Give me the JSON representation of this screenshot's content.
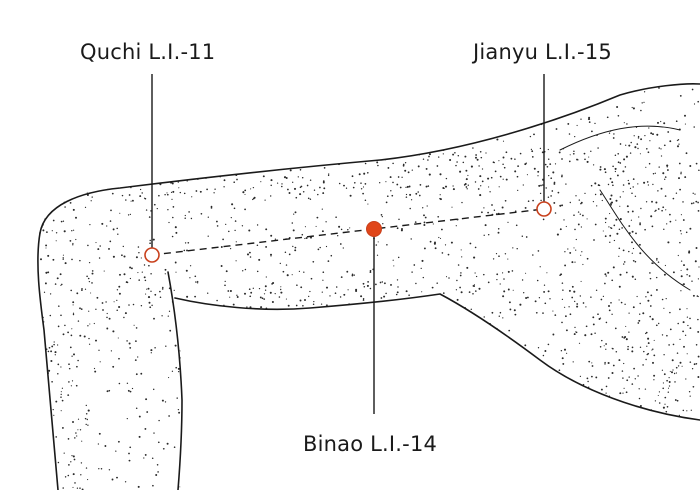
{
  "labels": {
    "quchi": "Quchi L.I.-11",
    "jianyu": "Jianyu L.I.-15",
    "binao": "Binao L.I.-14"
  },
  "colors": {
    "ink": "#1a1a1a",
    "point_outline": "#c8401c",
    "point_fill": "#e0461a",
    "stipple": "#2a2a2a"
  }
}
